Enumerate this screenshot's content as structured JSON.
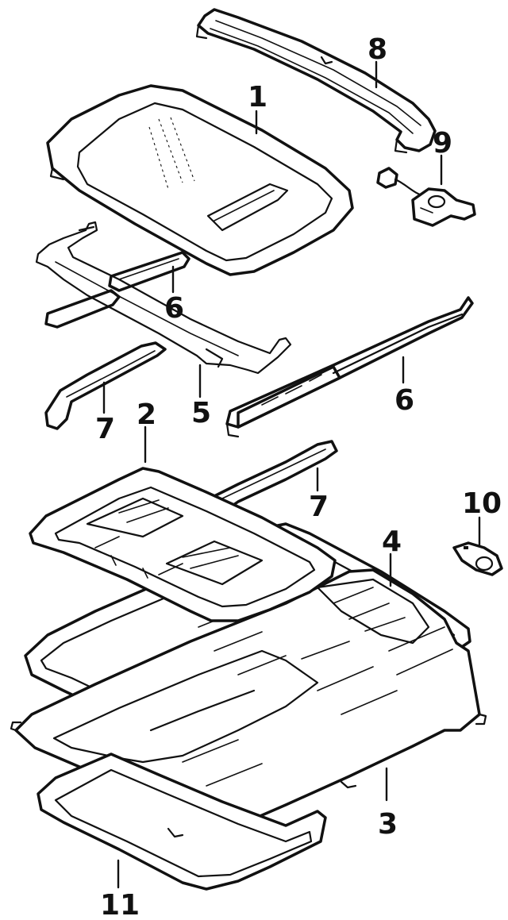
{
  "callouts": [
    {
      "id": "1",
      "label": "1"
    },
    {
      "id": "2",
      "label": "2"
    },
    {
      "id": "3",
      "label": "3"
    },
    {
      "id": "4",
      "label": "4"
    },
    {
      "id": "5",
      "label": "5"
    },
    {
      "id": "6a",
      "label": "6"
    },
    {
      "id": "6b",
      "label": "6"
    },
    {
      "id": "7a",
      "label": "7"
    },
    {
      "id": "7b",
      "label": "7"
    },
    {
      "id": "8",
      "label": "8"
    },
    {
      "id": "9",
      "label": "9"
    },
    {
      "id": "10",
      "label": "10"
    },
    {
      "id": "11",
      "label": "11"
    }
  ],
  "colors": {
    "line": "#111111",
    "background": "#ffffff"
  }
}
